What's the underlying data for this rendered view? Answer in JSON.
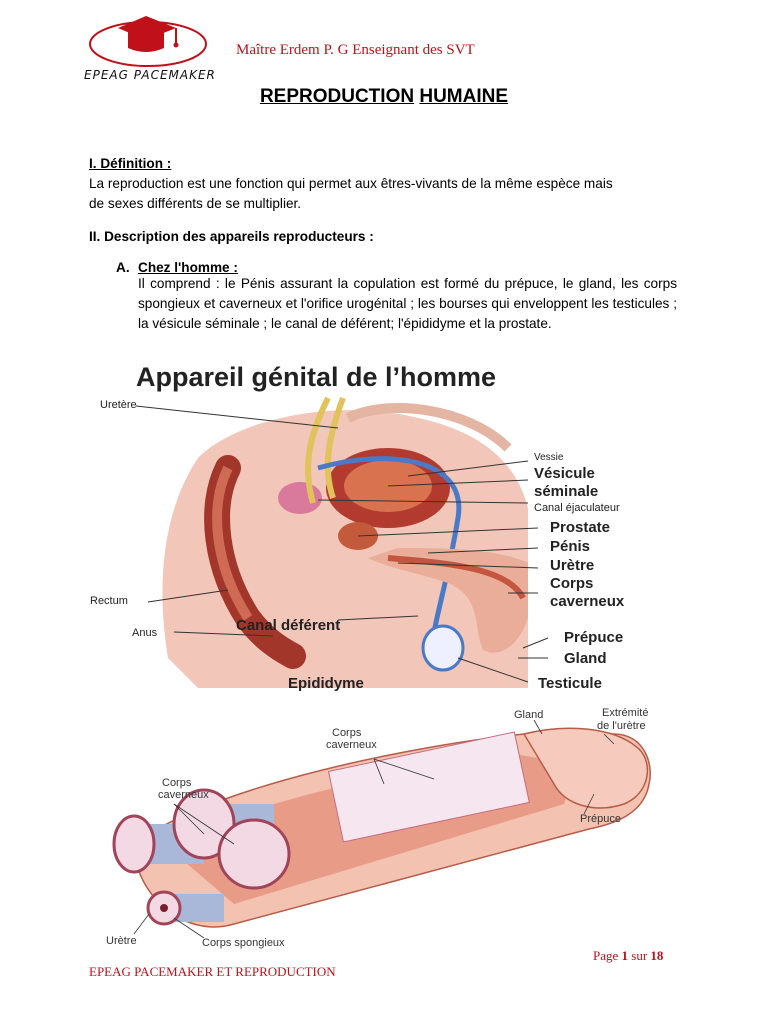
{
  "header": {
    "logo_text": "EPEAG PACEMAKER",
    "author": "Maître Erdem P. G Enseignant des SVT"
  },
  "title": {
    "part1": "REPRODUCTION",
    "part2": "HUMAINE"
  },
  "section1": {
    "heading": "I. Définition :",
    "body_line1": "La reproduction est une fonction qui permet aux êtres-vivants de la même espèce mais",
    "body_line2": "de sexes différents de se multiplier."
  },
  "section2": {
    "heading": "II. Description des appareils reproducteurs :",
    "sub_marker": "A.",
    "sub_heading": "Chez l'homme :",
    "paragraph": "Il comprend : le Pénis assurant la copulation est formé du prépuce, le gland, les corps spongieux et caverneux et l'orifice urogénital ; les bourses qui enveloppent les testicules ; la vésicule séminale ; le canal de déférent; l'épididyme et la prostate."
  },
  "figure1": {
    "title": "Appareil génital de l’homme",
    "labels": {
      "uretere": "Uretère",
      "vessie": "Vessie",
      "vesicule1": "Vésicule",
      "vesicule2": "séminale",
      "canal_ejac": "Canal éjaculateur",
      "prostate": "Prostate",
      "penis": "Pénis",
      "uretre": "Urètre",
      "corps1": "Corps",
      "corps2": "caverneux",
      "rectum": "Rectum",
      "anus": "Anus",
      "canal_def": "Canal déférent",
      "prepuce": "Prépuce",
      "gland": "Gland",
      "epididyme": "Epididyme",
      "testicule": "Testicule"
    }
  },
  "figure2": {
    "labels": {
      "gland": "Gland",
      "extremite1": "Extrémité",
      "extremite2": "de l'urètre",
      "corps_cav_top1": "Corps",
      "corps_cav_top2": "caverneux",
      "corps_cav_left1": "Corps",
      "corps_cav_left2": "caverneux",
      "prepuce": "Prépuce",
      "uretre": "Urètre",
      "corps_spongieux": "Corps spongieux"
    }
  },
  "footer": {
    "left": "EPEAG PACEMAKER ET REPRODUCTION",
    "page_word": "Page",
    "page_num": "1",
    "of_word": "sur",
    "total": "18"
  },
  "colors": {
    "accent_red": "#c0101a",
    "skin": "#f2c6b8",
    "organ_red": "#b33a2e",
    "vessel_blue": "#4a79c8",
    "yellow": "#e2c25a"
  }
}
